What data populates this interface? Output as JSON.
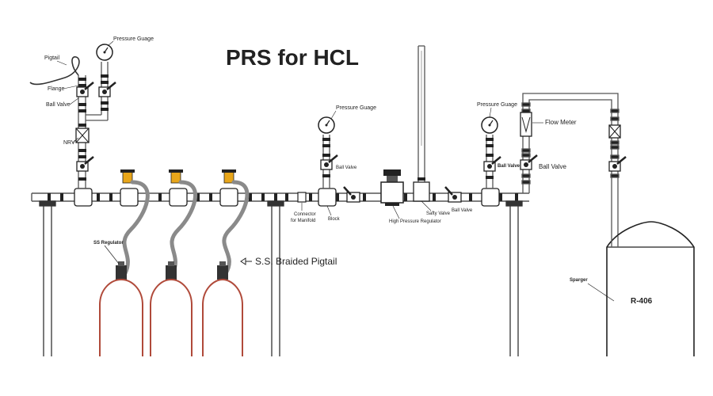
{
  "title": "PRS for HCL",
  "colors": {
    "cylinder": "#b04a3a",
    "pipe": "#6f6f6f",
    "hose": "#8a8a8a",
    "fitting": "#e8a61a",
    "line": "#222222"
  },
  "labels": {
    "pigtail": "Pigtail",
    "pressure_guage_1": "Pressure Guage",
    "flange": "Flange",
    "ball_valve_1": "Ball Valve",
    "nrv": "NRV",
    "ss_regulator": "SS Regulator",
    "ss_braided_pigtail": "S.S. Braided Pigtail",
    "connector_line1": "Connector",
    "connector_line2": "for Manifold",
    "block": "Block",
    "pressure_guage_2": "Pressure Guage",
    "ball_valve_2": "Ball Valve",
    "high_pressure_regulator": "High Pressure Regulator",
    "safety_valve": "Safty Valve",
    "ball_valve_3": "Ball Valve",
    "pressure_guage_3": "Pressure Guage",
    "ball_valve_4": "Ball Valve",
    "ball_valve_5": "Ball Valve",
    "flow_meter": "Flow Meter",
    "sparger": "Sparger",
    "reactor": "R-406"
  },
  "icons": {
    "pressure_gauge": "pressure-gauge-icon",
    "ball_valve": "ball-valve-icon",
    "regulator": "regulator-icon",
    "cylinder": "gas-cylinder-icon"
  }
}
